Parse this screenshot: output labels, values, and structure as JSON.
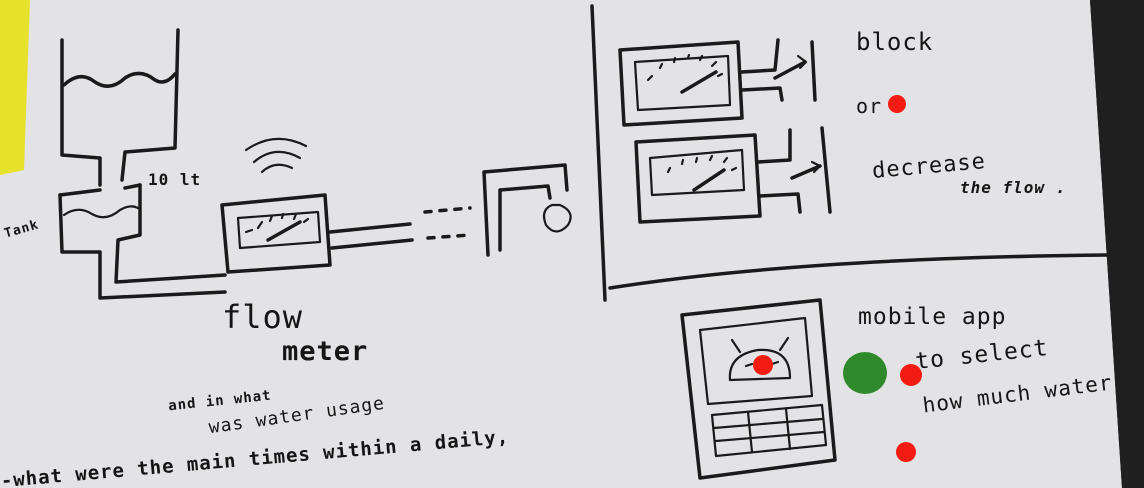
{
  "labels": {
    "tank": "Tank",
    "volume": "10 lt",
    "flow": "flow",
    "meter": "meter",
    "block": "block",
    "or": "or",
    "decrease": "decrease",
    "the_flow": "the flow .",
    "mobile_app": "mobile app",
    "to_select": "to select",
    "how_much_water": "how much water",
    "note_insert": "and in what",
    "note_line1": "was water usage",
    "note_line2": "-what were the main times within a daily,"
  },
  "colors": {
    "paper": "#e4e4e6",
    "ink": "#1a1a1a",
    "red_sticker": "#f21c12",
    "green_sticker": "#2e8a2a",
    "yellow_note": "#e8e62a"
  },
  "icons": {
    "wifi": "wifi-icon",
    "tap": "tap-icon",
    "android": "android-icon"
  }
}
